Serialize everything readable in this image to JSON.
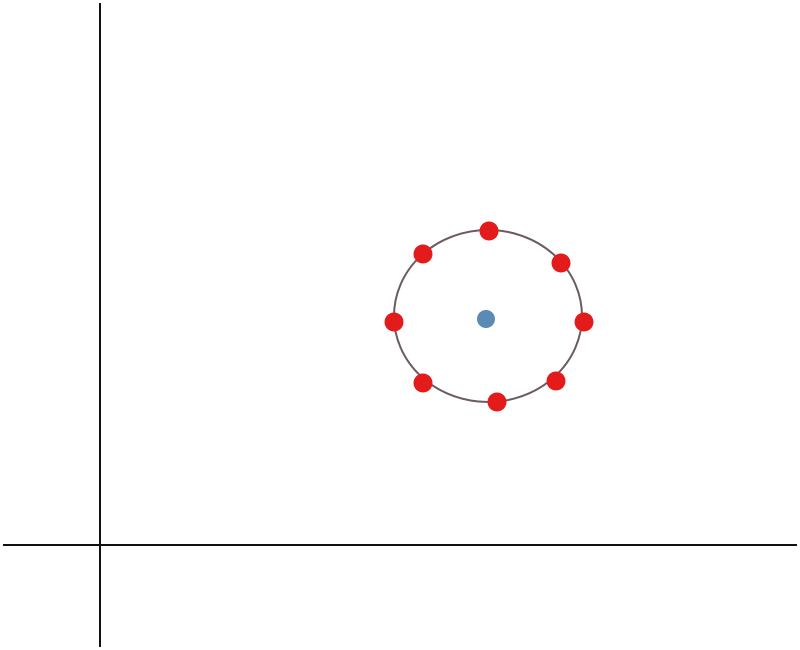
{
  "colors": {
    "background": "#ffffff",
    "axes": "#111111",
    "circle": "#6b5a60",
    "center_point": "#5b8ab5",
    "ring_points": "#e31b1b"
  },
  "diagram": {
    "axes": [
      "x-axis",
      "y-axis"
    ],
    "shape": "circle",
    "ring_point_count": 8,
    "center_point_count": 1
  }
}
